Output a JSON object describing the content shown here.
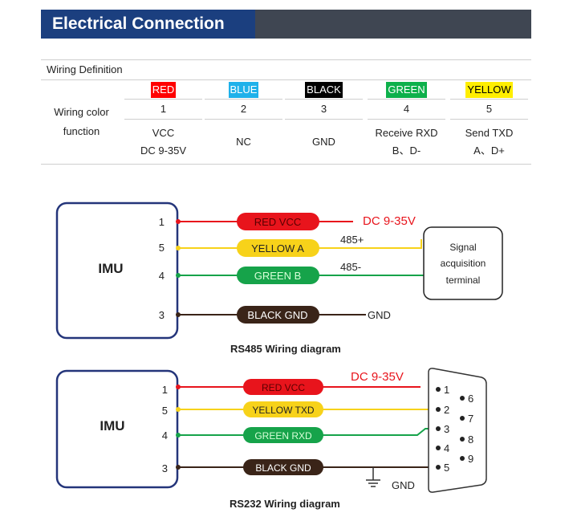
{
  "header": {
    "title": "Electrical Connection"
  },
  "table": {
    "title": "Wiring Definition",
    "row_label_line1": "Wiring color",
    "row_label_line2": "function",
    "columns": [
      {
        "color_name": "RED",
        "chip_bg": "#ff0000",
        "chip_fg": "#ffffff",
        "number": "1",
        "fn1": "VCC",
        "fn2": "DC 9-35V"
      },
      {
        "color_name": "BLUE",
        "chip_bg": "#1fb1ea",
        "chip_fg": "#ffffff",
        "number": "2",
        "fn1": "NC",
        "fn2": ""
      },
      {
        "color_name": "BLACK",
        "chip_bg": "#000000",
        "chip_fg": "#ffffff",
        "number": "3",
        "fn1": "GND",
        "fn2": ""
      },
      {
        "color_name": "GREEN",
        "chip_bg": "#0db04b",
        "chip_fg": "#ffffff",
        "number": "4",
        "fn1": "Receive RXD",
        "fn2": "B、D-"
      },
      {
        "color_name": "YELLOW",
        "chip_bg": "#ffee00",
        "chip_fg": "#000000",
        "number": "5",
        "fn1": "Send TXD",
        "fn2": "A、D+"
      }
    ]
  },
  "rs485": {
    "caption": "RS485 Wiring diagram",
    "device": "IMU",
    "terminal_line1": "Signal",
    "terminal_line2": "acquisition",
    "terminal_line3": "terminal",
    "wires": [
      {
        "pin": "1",
        "label": "RED   VCC",
        "color": "#e8141c",
        "note": "DC 9-35V"
      },
      {
        "pin": "5",
        "label": "YELLOW  A",
        "color": "#f7d21a",
        "note": "485+"
      },
      {
        "pin": "4",
        "label": "GREEN    B",
        "color": "#16a34a",
        "note": "485-"
      },
      {
        "pin": "3",
        "label": "BLACK GND",
        "color": "#3a2418",
        "note": "GND"
      }
    ]
  },
  "rs232": {
    "caption": "RS232 Wiring diagram",
    "device": "IMU",
    "gnd_label": "GND",
    "wires": [
      {
        "pin": "1",
        "label": "RED   VCC",
        "color": "#e8141c",
        "note": "DC 9-35V"
      },
      {
        "pin": "5",
        "label": "YELLOW  TXD",
        "color": "#f7d21a",
        "note": ""
      },
      {
        "pin": "4",
        "label": "GREEN   RXD",
        "color": "#16a34a",
        "note": ""
      },
      {
        "pin": "3",
        "label": "BLACK GND",
        "color": "#3a2418",
        "note": ""
      }
    ],
    "db9_pins_left": [
      "1",
      "2",
      "3",
      "4",
      "5"
    ],
    "db9_pins_right": [
      "6",
      "7",
      "8",
      "9"
    ]
  }
}
